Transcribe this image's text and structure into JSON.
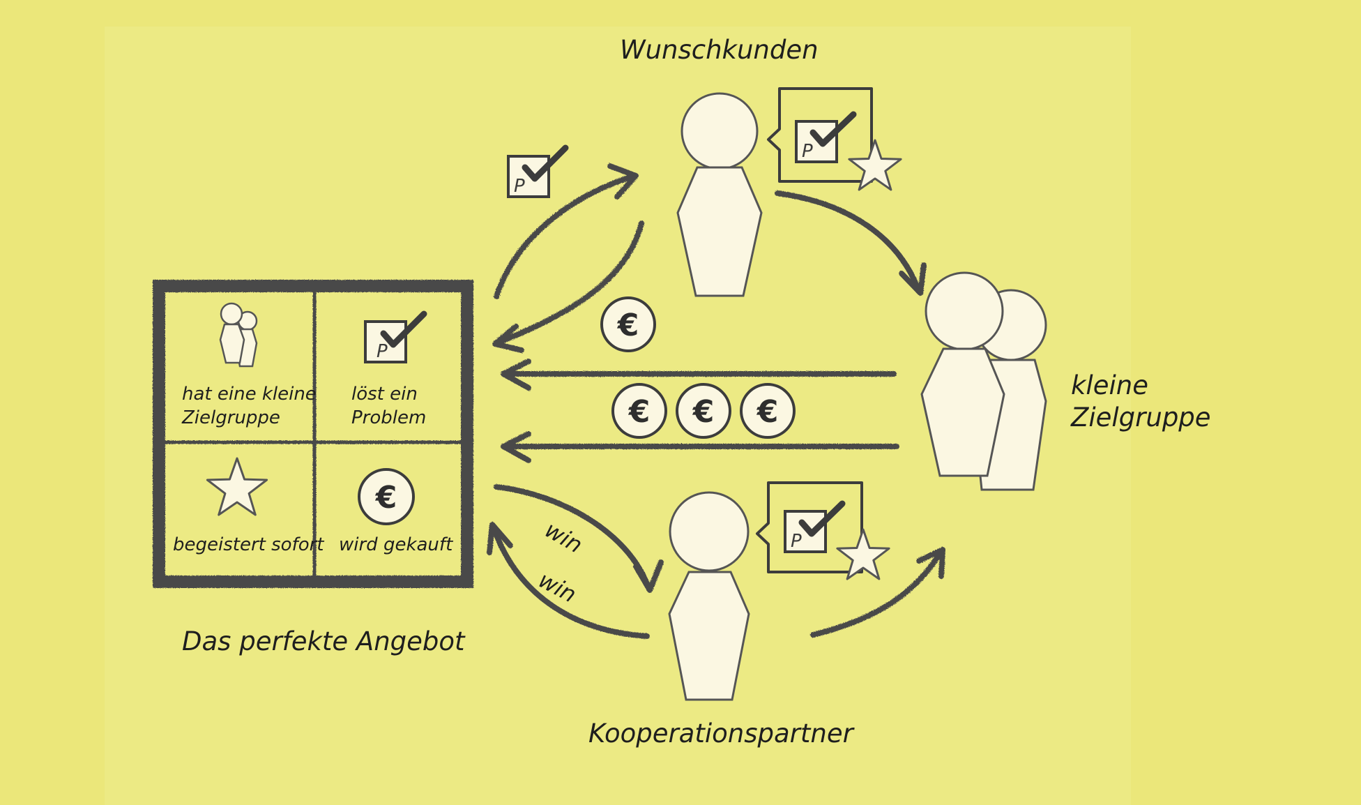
{
  "labels": {
    "wunschkunden": "Wunschkunden",
    "kleine_zielgruppe": [
      "kleine",
      "Zielgruppe"
    ],
    "kooperationspartner": "Kooperationspartner",
    "das_perfekte_angebot": "Das perfekte Angebot",
    "win_1": "win",
    "win_2": "win"
  },
  "offer_grid": {
    "cells": [
      {
        "icon": "people-icon",
        "text": [
          "hat eine kleine",
          "Zielgruppe"
        ]
      },
      {
        "icon": "problem-check-icon",
        "text": [
          "löst ein",
          "Problem"
        ]
      },
      {
        "icon": "star-icon",
        "text": [
          "begeistert sofort"
        ]
      },
      {
        "icon": "euro-coin-icon",
        "text": [
          "wird gekauft"
        ]
      }
    ]
  },
  "icons": {
    "check_letter": "P",
    "euro_symbol": "€"
  },
  "colors": {
    "background": "#ebe77a",
    "ink": "#3c3c3c",
    "figure_fill": "#fbf7e2"
  }
}
